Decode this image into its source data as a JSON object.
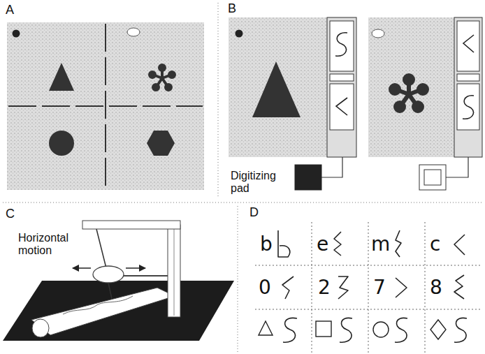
{
  "diagram": {
    "labels": [
      "A",
      "B",
      "Digitizing pad",
      "C",
      "Horizontal motion",
      "D",
      "b",
      "e",
      "m",
      "c",
      "0",
      "2",
      "7",
      "8"
    ]
  }
}
